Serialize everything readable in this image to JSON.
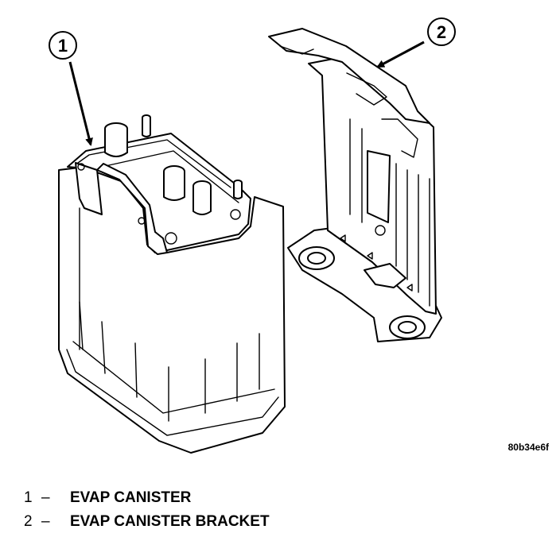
{
  "figure_code": "80b34e6f",
  "callouts": [
    {
      "number": "1"
    },
    {
      "number": "2"
    }
  ],
  "legend": [
    {
      "number": "1",
      "dash": "–",
      "label": "EVAP CANISTER"
    },
    {
      "number": "2",
      "dash": "–",
      "label": "EVAP CANISTER BRACKET"
    }
  ]
}
